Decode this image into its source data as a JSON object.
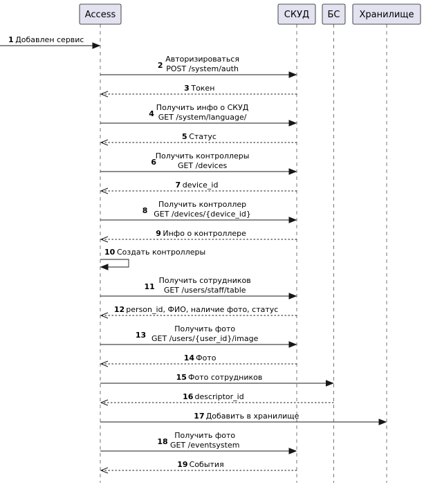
{
  "participants": [
    {
      "id": "access",
      "label": "Access"
    },
    {
      "id": "skud",
      "label": "СКУД"
    },
    {
      "id": "bs",
      "label": "БС"
    },
    {
      "id": "storage",
      "label": "Хранилище"
    }
  ],
  "messages": [
    {
      "num": "1",
      "from": "external",
      "to": "access",
      "type": "sync",
      "lines": [
        "Добавлен сервис"
      ]
    },
    {
      "num": "2",
      "from": "access",
      "to": "skud",
      "type": "sync",
      "lines": [
        "Авторизироваться",
        "POST /system/auth"
      ]
    },
    {
      "num": "3",
      "from": "skud",
      "to": "access",
      "type": "reply",
      "lines": [
        "Токен"
      ]
    },
    {
      "num": "4",
      "from": "access",
      "to": "skud",
      "type": "sync",
      "lines": [
        "Получить инфо о СКУД",
        "GET /system/language/"
      ]
    },
    {
      "num": "5",
      "from": "skud",
      "to": "access",
      "type": "reply",
      "lines": [
        "Статус"
      ]
    },
    {
      "num": "6",
      "from": "access",
      "to": "skud",
      "type": "sync",
      "lines": [
        "Получить контроллеры",
        "GET /devices"
      ]
    },
    {
      "num": "7",
      "from": "skud",
      "to": "access",
      "type": "reply",
      "lines": [
        "device_id"
      ]
    },
    {
      "num": "8",
      "from": "access",
      "to": "skud",
      "type": "sync",
      "lines": [
        "Получить контроллер",
        "GET /devices/{device_id}"
      ]
    },
    {
      "num": "9",
      "from": "skud",
      "to": "access",
      "type": "reply",
      "lines": [
        "Инфо о контроллере"
      ]
    },
    {
      "num": "10",
      "from": "access",
      "to": "access",
      "type": "self",
      "lines": [
        "Создать контроллеры"
      ]
    },
    {
      "num": "11",
      "from": "access",
      "to": "skud",
      "type": "sync",
      "lines": [
        "Получить сотрудников",
        "GET /users/staff/table"
      ]
    },
    {
      "num": "12",
      "from": "skud",
      "to": "access",
      "type": "reply",
      "lines": [
        "person_id, ФИО, наличие фото, статус"
      ]
    },
    {
      "num": "13",
      "from": "access",
      "to": "skud",
      "type": "sync",
      "lines": [
        "Получить фото",
        "GET /users/{user_id}/image"
      ]
    },
    {
      "num": "14",
      "from": "skud",
      "to": "access",
      "type": "reply",
      "lines": [
        "Фото"
      ]
    },
    {
      "num": "15",
      "from": "access",
      "to": "bs",
      "type": "sync",
      "lines": [
        "Фото сотрудников"
      ]
    },
    {
      "num": "16",
      "from": "bs",
      "to": "access",
      "type": "reply",
      "lines": [
        "descriptor_id"
      ]
    },
    {
      "num": "17",
      "from": "access",
      "to": "storage",
      "type": "sync",
      "lines": [
        "Добавить в хранилище"
      ]
    },
    {
      "num": "18",
      "from": "access",
      "to": "skud",
      "type": "sync",
      "lines": [
        "Получить фото",
        "GET /eventsystem"
      ]
    },
    {
      "num": "19",
      "from": "skud",
      "to": "access",
      "type": "reply",
      "lines": [
        "События"
      ]
    }
  ]
}
